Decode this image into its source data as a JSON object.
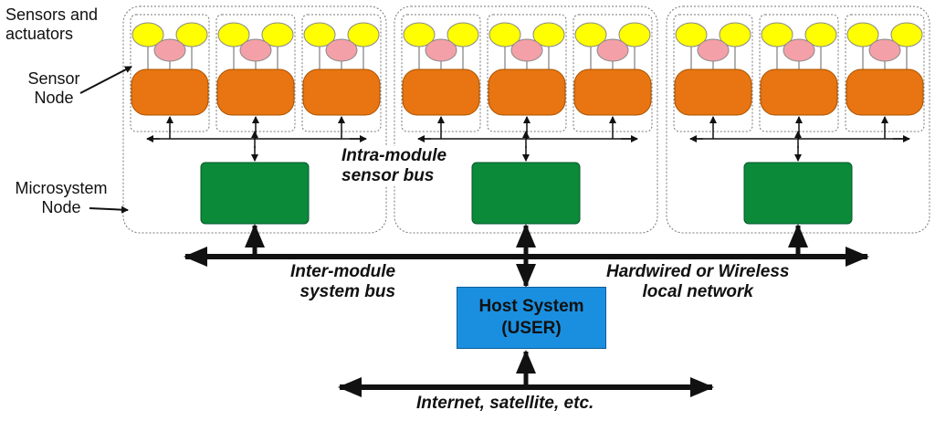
{
  "labels": {
    "sensors_actuators": [
      "Sensors and",
      "actuators"
    ],
    "sensor_node": [
      "Sensor",
      "Node"
    ],
    "microsystem_node": [
      "Microsystem",
      "Node"
    ],
    "intra_bus": [
      "Intra-module",
      "sensor bus"
    ],
    "inter_bus": [
      "Inter-module",
      "system bus"
    ],
    "local_network": [
      "Hardwired or Wireless",
      "local network"
    ],
    "host_system": [
      "Host System",
      "(USER)"
    ],
    "internet": "Internet, satellite, etc."
  },
  "structure": {
    "modules": 3,
    "sensor_nodes_per_module": 3,
    "actuators_per_node": 2,
    "sensors_per_node": 1
  },
  "colors": {
    "actuator": "#ffff00",
    "sensor": "#f4a0a8",
    "sensor_node": "#e87511",
    "microsystem_node": "#0b8a3a",
    "host": "#1a8fe0",
    "bus": "#111111"
  }
}
